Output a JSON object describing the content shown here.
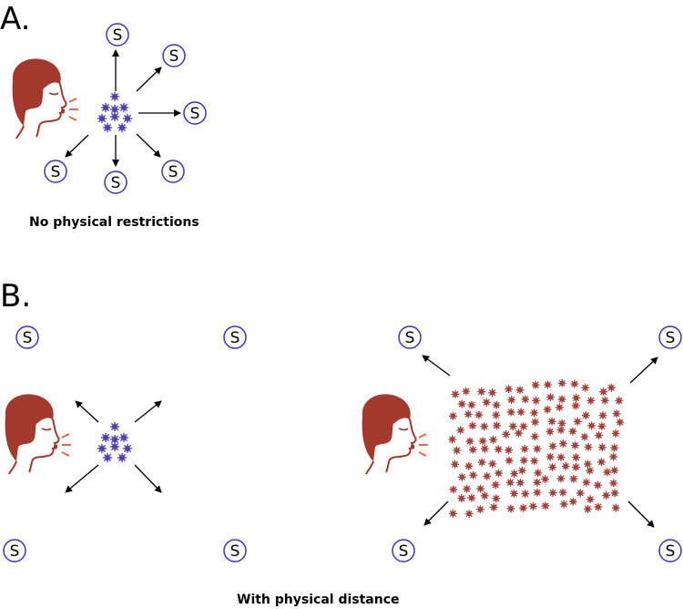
{
  "panels": {
    "a": {
      "label": "A.",
      "caption": "No physical restrictions"
    },
    "b": {
      "label": "B.",
      "caption": "With physical distance"
    }
  },
  "susceptible_symbol": "S",
  "colors": {
    "face": "#a3382c",
    "breath": "#e86a50",
    "virus_small": "#4a3fb5",
    "virus_spread": "#a8403a",
    "circle_stroke": "#3a35c8",
    "arrow": "#000000"
  },
  "icons": [
    "person-head-icon",
    "virus-particle-icon",
    "arrow-icon",
    "susceptible-circle-icon"
  ]
}
